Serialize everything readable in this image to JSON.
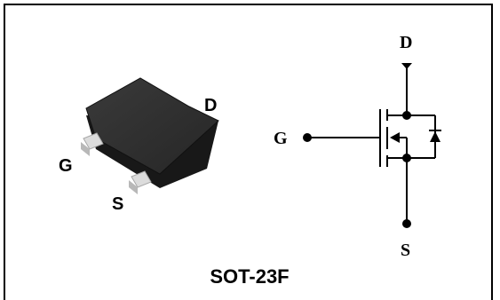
{
  "package": {
    "name": "SOT-23F",
    "pin_gate": "G",
    "pin_drain": "D",
    "pin_source": "S"
  },
  "schematic": {
    "gate": "G",
    "drain": "D",
    "source": "S"
  },
  "colors": {
    "frame": "#000000",
    "body_top": "#2e2e2e",
    "body_side": "#1c1c1c",
    "lead": "#d8d8d8",
    "wire": "#000000"
  }
}
